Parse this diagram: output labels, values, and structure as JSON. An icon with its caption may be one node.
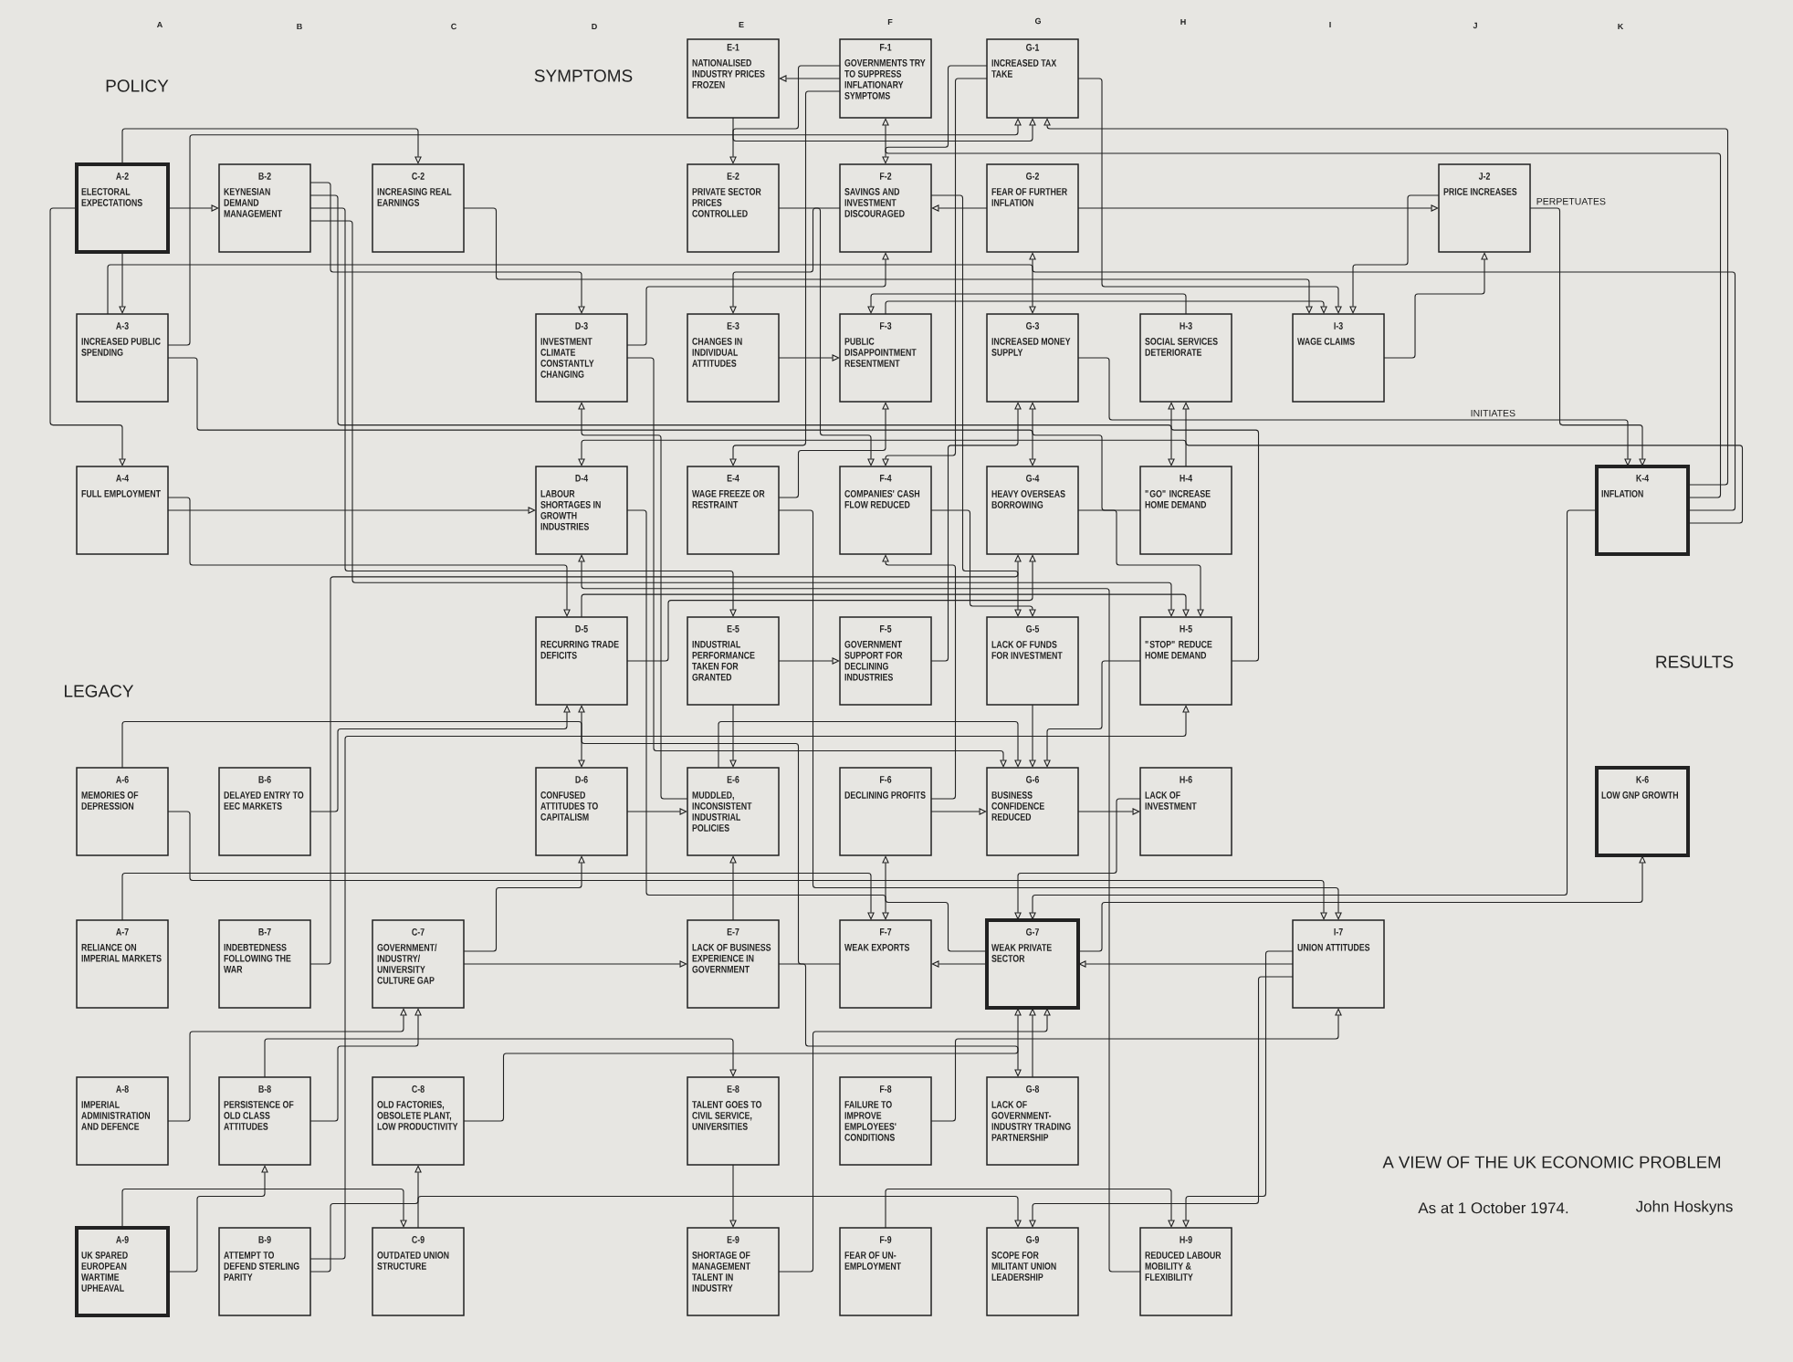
{
  "diagram": {
    "title": "A VIEW OF THE UK ECONOMIC PROBLEM",
    "nodes": [
      {
        "text": [
          "E-1",
          "NATIONALISED INDUSTRY PRICES FROZEN"
        ]
      },
      {
        "text": [
          "F-1",
          "GOVERNMENTS TRY TO SUPPRESS INFLATIONARY SYMPTOMS"
        ]
      },
      {
        "text": [
          "G-1",
          "INCREASED TAX TAKE"
        ]
      },
      {
        "text": [
          "A-2",
          "ELECTORAL EXPECTATIONS"
        ]
      },
      {
        "text": [
          "B-2",
          "KEYNESIAN DEMAND MANAGEMENT"
        ]
      },
      {
        "text": [
          "C-2",
          "INCREASING REAL EARNINGS"
        ]
      },
      {
        "text": [
          "E-2",
          "PRIVATE SECTOR PRICES CONTROLLED"
        ]
      },
      {
        "text": [
          "F-2",
          "SAVINGS AND INVESTMENT DISCOURAGED"
        ]
      },
      {
        "text": [
          "G-2",
          "FEAR OF FURTHER INFLATION"
        ]
      },
      {
        "text": [
          "J-2",
          "PRICE INCREASES"
        ]
      },
      {
        "text": [
          "A-3",
          "INCREASED PUBLIC SPENDING"
        ]
      },
      {
        "text": [
          "D-3",
          "INVESTMENT CLIMATE CONSTANTLY CHANGING"
        ]
      },
      {
        "text": [
          "E-3",
          "CHANGES IN INDIVIDUAL ATTITUDES"
        ]
      },
      {
        "text": [
          "F-3",
          "PUBLIC DISAPPOINTMENT RESENTMENT"
        ]
      },
      {
        "text": [
          "G-3",
          "INCREASED MONEY SUPPLY"
        ]
      },
      {
        "text": [
          "H-3",
          "SOCIAL SERVICES DETERIORATE"
        ]
      },
      {
        "text": [
          "I-3",
          "WAGE CLAIMS"
        ]
      },
      {
        "text": [
          "A-4",
          "FULL EMPLOYMENT"
        ]
      },
      {
        "text": [
          "D-4",
          "LABOUR SHORTAGES IN GROWTH INDUSTRIES"
        ]
      },
      {
        "text": [
          "E-4",
          "WAGE FREEZE OR RESTRAINT"
        ]
      },
      {
        "text": [
          "F-4",
          "COMPANIES' CASH FLOW REDUCED"
        ]
      },
      {
        "text": [
          "G-4",
          "HEAVY OVERSEAS BORROWING"
        ]
      },
      {
        "text": [
          "H-4",
          "\"GO\" INCREASE HOME DEMAND"
        ]
      },
      {
        "text": [
          "K-4",
          "INFLATION"
        ]
      },
      {
        "text": [
          "D-5",
          "RECURRING TRADE DEFICITS"
        ]
      },
      {
        "text": [
          "E-5",
          "INDUSTRIAL PERFORMANCE TAKEN FOR GRANTED"
        ]
      },
      {
        "text": [
          "F-5",
          "GOVERNMENT SUPPORT FOR DECLINING INDUSTRIES"
        ]
      },
      {
        "text": [
          "G-5",
          "LACK OF FUNDS FOR INVESTMENT"
        ]
      },
      {
        "text": [
          "H-5",
          "\"STOP\" REDUCE HOME DEMAND"
        ]
      },
      {
        "text": [
          "A-6",
          "MEMORIES OF DEPRESSION"
        ]
      },
      {
        "text": [
          "B-6",
          "DELAYED ENTRY TO EEC MARKETS"
        ]
      },
      {
        "text": [
          "D-6",
          "CONFUSED ATTITUDES TO CAPITALISM"
        ]
      },
      {
        "text": [
          "E-6",
          "MUDDLED, INCONSISTENT INDUSTRIAL POLICIES"
        ]
      },
      {
        "text": [
          "F-6",
          "DECLINING PROFITS"
        ]
      },
      {
        "text": [
          "G-6",
          "BUSINESS CONFIDENCE REDUCED"
        ]
      },
      {
        "text": [
          "H-6",
          "LACK OF INVESTMENT"
        ]
      },
      {
        "text": [
          "K-6",
          "LOW GNP GROWTH"
        ]
      },
      {
        "text": [
          "A-7",
          "RELIANCE ON IMPERIAL MARKETS"
        ]
      },
      {
        "text": [
          "B-7",
          "INDEBTEDNESS FOLLOWING THE WAR"
        ]
      },
      {
        "text": [
          "C-7",
          "GOVERNMENT/ INDUSTRY/ UNIVERSITY CULTURE GAP"
        ]
      },
      {
        "text": [
          "E-7",
          "LACK OF BUSINESS EXPERIENCE IN GOVERNMENT"
        ]
      },
      {
        "text": [
          "F-7",
          "WEAK EXPORTS"
        ]
      },
      {
        "text": [
          "G-7",
          "WEAK PRIVATE SECTOR"
        ]
      },
      {
        "text": [
          "I-7",
          "UNION ATTITUDES"
        ]
      },
      {
        "text": [
          "A-8",
          "IMPERIAL ADMINISTRATION AND DEFENCE"
        ]
      },
      {
        "text": [
          "B-8",
          "PERSISTENCE OF OLD CLASS ATTITUDES"
        ]
      },
      {
        "text": [
          "C-8",
          "OLD FACTORIES, OBSOLETE PLANT, LOW PRODUCTIVITY"
        ]
      },
      {
        "text": [
          "E-8",
          "TALENT GOES TO CIVIL SERVICE, UNIVERSITIES"
        ]
      },
      {
        "text": [
          "F-8",
          "FAILURE TO IMPROVE EMPLOYEES' CONDITIONS"
        ]
      },
      {
        "text": [
          "G-8",
          "LACK OF GOVERNMENT- INDUSTRY TRADING PARTNERSHIP"
        ]
      },
      {
        "text": [
          "A-9",
          "UK SPARED EUROPEAN WARTIME UPHEAVAL"
        ]
      },
      {
        "text": [
          "B-9",
          "ATTEMPT TO DEFEND STERLING PARITY"
        ]
      },
      {
        "text": [
          "C-9",
          "OUTDATED UNION STRUCTURE"
        ]
      },
      {
        "text": [
          "E-9",
          "SHORTAGE OF MANAGEMENT TALENT IN INDUSTRY"
        ]
      },
      {
        "text": [
          "F-9",
          "FEAR OF UN- EMPLOYMENT"
        ]
      },
      {
        "text": [
          "G-9",
          "SCOPE FOR MILITANT UNION LEADERSHIP"
        ]
      },
      {
        "text": [
          "H-9",
          "REDUCED LABOUR MOBILITY & FLEXIBILITY"
        ]
      }
    ],
    "edges": [
      {
        "from": 3,
        "to": 4,
        "arrow": "to"
      },
      {
        "from": 3,
        "to": 5,
        "arrow": "to"
      },
      {
        "from": 3,
        "to": 10,
        "arrow": "to"
      },
      {
        "from": 3,
        "to": 17,
        "arrow": "to"
      },
      {
        "from": 4,
        "to": 11,
        "arrow": "to"
      },
      {
        "from": 4,
        "to": 25,
        "arrow": "to"
      },
      {
        "from": 4,
        "to": 22,
        "arrow": "to"
      },
      {
        "from": 4,
        "to": 28,
        "arrow": "to"
      },
      {
        "from": 5,
        "to": 16,
        "arrow": "to"
      },
      {
        "from": 10,
        "to": 2,
        "arrow": "to"
      },
      {
        "from": 10,
        "to": 14,
        "arrow": "to"
      },
      {
        "from": 10,
        "to": 21,
        "arrow": "to"
      },
      {
        "from": 17,
        "to": 18,
        "arrow": "to"
      },
      {
        "from": 17,
        "to": 24,
        "arrow": "to"
      },
      {
        "from": 1,
        "to": 0,
        "arrow": "to"
      },
      {
        "from": 1,
        "to": 6,
        "arrow": "to"
      },
      {
        "from": 1,
        "to": 19,
        "arrow": "to"
      },
      {
        "from": 0,
        "to": 2,
        "arrow": "to"
      },
      {
        "from": 23,
        "to": 1,
        "arrow": "to"
      },
      {
        "from": 23,
        "to": 2,
        "arrow": "to"
      },
      {
        "from": 23,
        "to": 8,
        "arrow": "to"
      },
      {
        "from": 2,
        "to": 16,
        "arrow": "to"
      },
      {
        "from": 2,
        "to": 7,
        "arrow": "to"
      },
      {
        "from": 2,
        "to": 20,
        "arrow": "to"
      },
      {
        "from": 8,
        "to": 7,
        "arrow": "to"
      },
      {
        "from": 11,
        "to": 7,
        "arrow": "to"
      },
      {
        "from": 8,
        "to": 9,
        "arrow": "to"
      },
      {
        "from": 16,
        "to": 9,
        "arrow": "to"
      },
      {
        "from": 9,
        "to": 16,
        "arrow": "to"
      },
      {
        "from": 9,
        "to": 23,
        "arrow": "to",
        "label": "PERPETUATES"
      },
      {
        "from": 14,
        "to": 23,
        "arrow": "to",
        "label": "INITIATES"
      },
      {
        "from": 6,
        "to": 20,
        "arrow": "to"
      },
      {
        "from": 7,
        "to": 12,
        "arrow": "to"
      },
      {
        "from": 7,
        "to": 27,
        "arrow": "to"
      },
      {
        "from": 12,
        "to": 13,
        "arrow": "to"
      },
      {
        "from": 15,
        "to": 13,
        "arrow": "to"
      },
      {
        "from": 19,
        "to": 13,
        "arrow": "to"
      },
      {
        "from": 13,
        "to": 16,
        "arrow": "to"
      },
      {
        "from": 22,
        "to": 14,
        "arrow": "to"
      },
      {
        "from": 26,
        "to": 14,
        "arrow": "to"
      },
      {
        "from": 28,
        "to": 15,
        "arrow": "to"
      },
      {
        "from": 23,
        "to": 15,
        "arrow": "to"
      },
      {
        "from": 23,
        "to": 42,
        "arrow": "to"
      },
      {
        "from": 22,
        "to": 18,
        "arrow": "to"
      },
      {
        "from": 56,
        "to": 18,
        "arrow": "to"
      },
      {
        "from": 11,
        "to": 34,
        "arrow": "to"
      },
      {
        "from": 24,
        "to": 21,
        "arrow": "to"
      },
      {
        "from": 24,
        "to": 28,
        "arrow": "to"
      },
      {
        "from": 34,
        "to": 35,
        "arrow": "to"
      },
      {
        "from": 33,
        "to": 34,
        "arrow": "to"
      },
      {
        "from": 27,
        "to": 34,
        "arrow": "to"
      },
      {
        "from": 28,
        "to": 34,
        "arrow": "to"
      },
      {
        "from": 35,
        "to": 42,
        "arrow": "to"
      },
      {
        "from": 42,
        "to": 41,
        "arrow": "to"
      },
      {
        "from": 41,
        "to": 24,
        "arrow": "to"
      },
      {
        "from": 42,
        "to": 36,
        "arrow": "to"
      },
      {
        "from": 20,
        "to": 27,
        "arrow": "to"
      },
      {
        "from": 33,
        "to": 20,
        "arrow": "to"
      },
      {
        "from": 21,
        "to": 28,
        "arrow": "to"
      },
      {
        "from": 25,
        "to": 32,
        "arrow": "to"
      },
      {
        "from": 25,
        "to": 26,
        "arrow": "to"
      },
      {
        "from": 32,
        "to": 34,
        "arrow": "to"
      },
      {
        "from": 31,
        "to": 32,
        "arrow": "to"
      },
      {
        "from": 29,
        "to": 31,
        "arrow": "to"
      },
      {
        "from": 29,
        "to": 43,
        "arrow": "to"
      },
      {
        "from": 30,
        "to": 24,
        "arrow": "to"
      },
      {
        "from": 37,
        "to": 41,
        "arrow": "to"
      },
      {
        "from": 38,
        "to": 21,
        "arrow": "to"
      },
      {
        "from": 39,
        "to": 31,
        "arrow": "to"
      },
      {
        "from": 39,
        "to": 40,
        "arrow": "to"
      },
      {
        "from": 44,
        "to": 39,
        "arrow": "to"
      },
      {
        "from": 45,
        "to": 39,
        "arrow": "to"
      },
      {
        "from": 50,
        "to": 45,
        "arrow": "to"
      },
      {
        "from": 50,
        "to": 52,
        "arrow": "to"
      },
      {
        "from": 51,
        "to": 46,
        "arrow": "to"
      },
      {
        "from": 51,
        "to": 28,
        "arrow": "to"
      },
      {
        "from": 46,
        "to": 42,
        "arrow": "to"
      },
      {
        "from": 52,
        "to": 55,
        "arrow": "to"
      },
      {
        "from": 40,
        "to": 32,
        "arrow": "to"
      },
      {
        "from": 47,
        "to": 53,
        "arrow": "to"
      },
      {
        "from": 45,
        "to": 47,
        "arrow": "to"
      },
      {
        "from": 53,
        "to": 42,
        "arrow": "to"
      },
      {
        "from": 49,
        "to": 42,
        "arrow": "to"
      },
      {
        "from": 40,
        "to": 49,
        "arrow": "to"
      },
      {
        "from": 48,
        "to": 43,
        "arrow": "to"
      },
      {
        "from": 54,
        "to": 56,
        "arrow": "to"
      },
      {
        "from": 43,
        "to": 55,
        "arrow": "to"
      },
      {
        "from": 43,
        "to": 56,
        "arrow": "to"
      },
      {
        "from": 43,
        "to": 42,
        "arrow": "to"
      },
      {
        "from": 19,
        "to": 43,
        "arrow": "to"
      },
      {
        "from": 18,
        "to": 41,
        "arrow": "to"
      },
      {
        "from": 42,
        "to": 33,
        "arrow": "to"
      },
      {
        "from": 32,
        "to": 11,
        "arrow": "to"
      }
    ],
    "labels": [
      "A",
      "B",
      "C",
      "D",
      "E",
      "F",
      "G",
      "H",
      "I",
      "J",
      "K",
      "POLICY",
      "SYMPTOMS",
      "LEGACY",
      "RESULTS",
      "As at 1 October 1974.",
      "John Hoskyns"
    ]
  }
}
